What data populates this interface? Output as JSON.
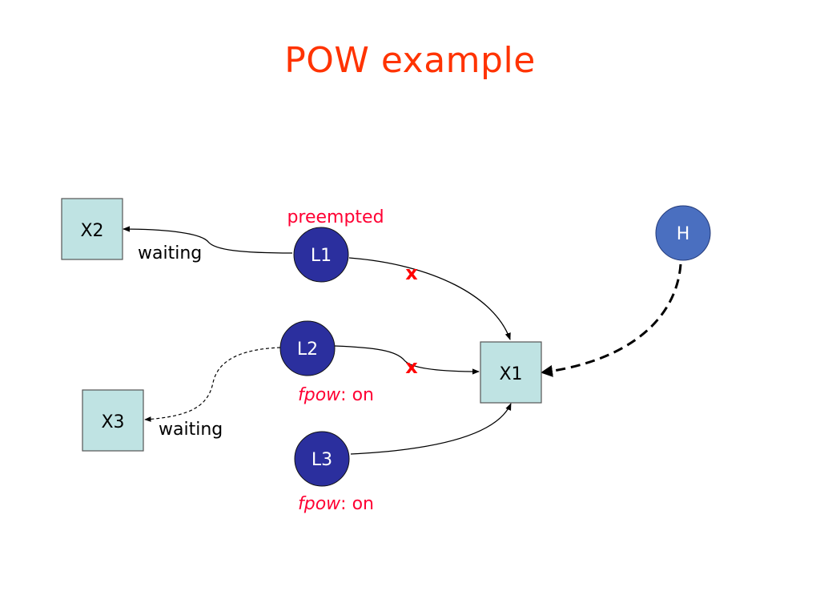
{
  "title": "POW example",
  "nodes": {
    "L1": {
      "label": "L1"
    },
    "L2": {
      "label": "L2"
    },
    "L3": {
      "label": "L3"
    },
    "H": {
      "label": "H"
    }
  },
  "boxes": {
    "X1": {
      "label": "X1"
    },
    "X2": {
      "label": "X2"
    },
    "X3": {
      "label": "X3"
    }
  },
  "labels": {
    "preempted": "preempted",
    "waiting_x2": "waiting",
    "waiting_x3": "waiting",
    "blocked_mark": "x",
    "fpow_l2_name": "fpow",
    "fpow_l2_value": ": on",
    "fpow_l3_name": "fpow",
    "fpow_l3_value": ": on"
  },
  "colors": {
    "title": "#ff3300",
    "low_node_fill": "#2b2f9e",
    "high_node_fill": "#4a6fc0",
    "box_fill": "#bfe3e3",
    "alert": "#ff0000"
  }
}
